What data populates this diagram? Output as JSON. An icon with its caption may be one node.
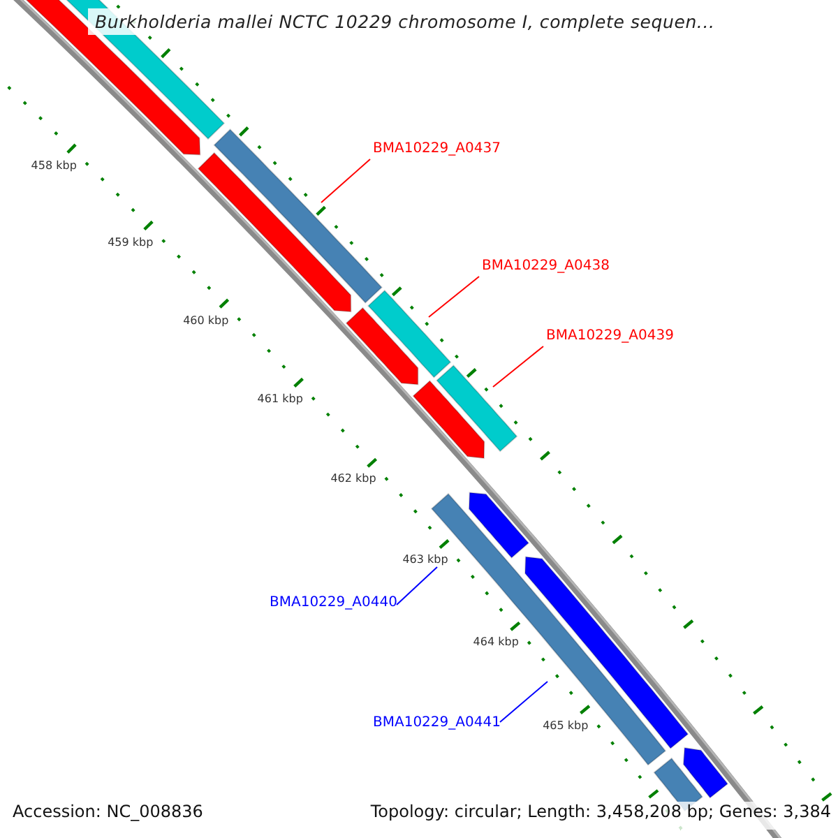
{
  "diagram": {
    "title": "Burkholderia mallei NCTC 10229 chromosome I, complete sequen...",
    "nodes": [
      {
        "text": [
          "BMA10229_A0437"
        ]
      },
      {
        "text": [
          "BMA10229_A0438"
        ]
      },
      {
        "text": [
          "BMA10229_A0439"
        ]
      },
      {
        "text": [
          "BMA10229_A0440"
        ]
      },
      {
        "text": [
          "BMA10229_A0441"
        ]
      },
      {
        "text": [],
        "shape": "arrow"
      },
      {
        "text": [],
        "shape": "bar"
      },
      {
        "text": [],
        "shape": "arrow"
      },
      {
        "text": [],
        "shape": "bar"
      },
      {
        "text": [],
        "shape": "arrow"
      },
      {
        "text": [],
        "shape": "bar"
      },
      {
        "text": [],
        "shape": "arrow"
      },
      {
        "text": [],
        "shape": "bar"
      },
      {
        "text": [],
        "shape": "bar"
      },
      {
        "text": [],
        "shape": "arrow"
      },
      {
        "text": [],
        "shape": "arrow"
      },
      {
        "text": [],
        "shape": "bar"
      },
      {
        "text": [],
        "shape": "arrow"
      }
    ],
    "edges": [
      {
        "from": 0,
        "to": 8,
        "arrow": "none"
      },
      {
        "from": 1,
        "to": 10,
        "arrow": "none"
      },
      {
        "from": 2,
        "to": 12,
        "arrow": "none"
      },
      {
        "from": 3,
        "to": 13,
        "arrow": "none",
        "color": "#0000ff"
      },
      {
        "from": 4,
        "to": 13,
        "arrow": "none",
        "color": "#0000ff"
      }
    ],
    "labels": [
      "458 kbp",
      "459 kbp",
      "460 kbp",
      "461 kbp",
      "462 kbp",
      "463 kbp",
      "464 kbp",
      "465 kbp",
      "Accession: NC_008836",
      "Topology: circular; Length: 3,458,208 bp; Genes: 3,384"
    ]
  }
}
